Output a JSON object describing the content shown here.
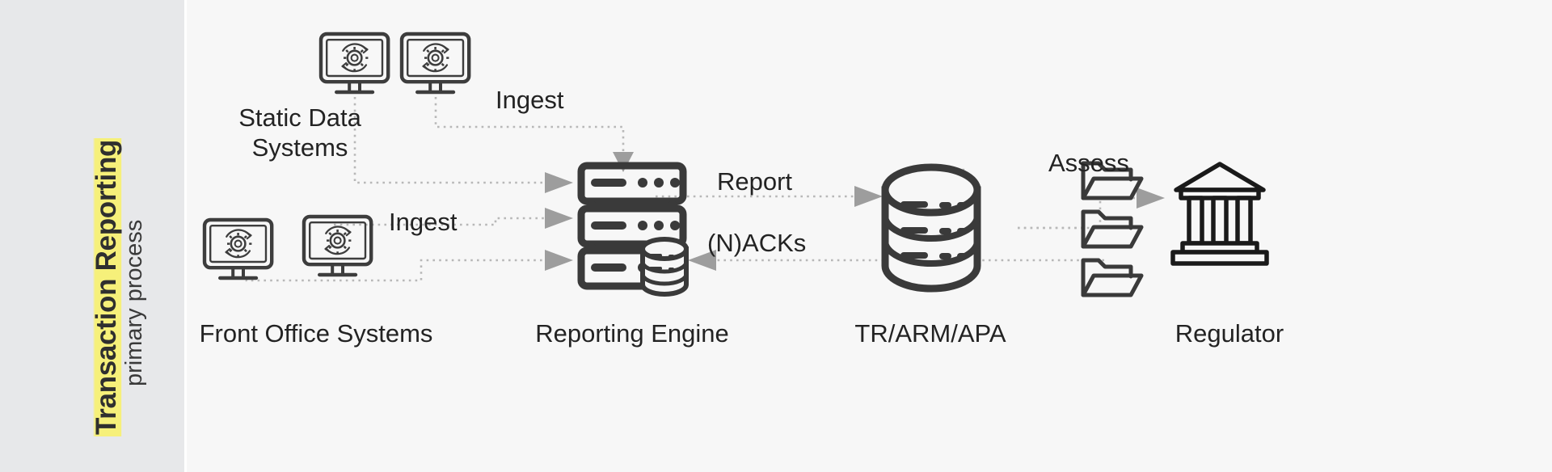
{
  "sidebar": {
    "title_main": "Transaction Reporting",
    "title_sub": "primary process",
    "highlight_color": "#f6f07a",
    "background_color": "#e7e8ea"
  },
  "canvas": {
    "background_color": "#f7f7f7",
    "line_color": "#b5b5b5",
    "arrow_color": "#9a9a9a",
    "icon_color": "#3a3a3a",
    "text_color": "#232323"
  },
  "diagram": {
    "type": "flow",
    "nodes": [
      {
        "id": "static-data-systems",
        "label": "Static Data\nSystems",
        "label_line1": "Static Data",
        "label_line2": "Systems",
        "icon": "monitor-gear-icon",
        "count": 2,
        "position": "top-left"
      },
      {
        "id": "front-office-systems",
        "label": "Front Office Systems",
        "icon": "monitor-gear-icon",
        "count": 2,
        "position": "bottom-left"
      },
      {
        "id": "reporting-engine",
        "label": "Reporting Engine",
        "icon": "server-stack-icon",
        "count": 1,
        "position": "center"
      },
      {
        "id": "tr-arm-apa",
        "label": "TR/ARM/APA",
        "icon": "database-icon",
        "count": 1,
        "position": "right",
        "attachments": {
          "icon": "folder-icon",
          "count": 3
        }
      },
      {
        "id": "regulator",
        "label": "Regulator",
        "icon": "bank-building-icon",
        "count": 1,
        "position": "far-right"
      }
    ],
    "edges": [
      {
        "id": "edge-static-ingest",
        "label": "Ingest",
        "from": "static-data-systems",
        "to": "reporting-engine",
        "style": "dotted",
        "direction": "down"
      },
      {
        "id": "edge-static-ingest-2",
        "label": "",
        "from": "static-data-systems",
        "to": "reporting-engine",
        "style": "dotted",
        "direction": "right"
      },
      {
        "id": "edge-front-office-ingest",
        "label": "Ingest",
        "from": "front-office-systems",
        "to": "reporting-engine",
        "style": "dotted",
        "direction": "right"
      },
      {
        "id": "edge-front-office-ingest-2",
        "label": "",
        "from": "front-office-systems",
        "to": "reporting-engine",
        "style": "dotted",
        "direction": "right"
      },
      {
        "id": "edge-report",
        "label": "Report",
        "from": "reporting-engine",
        "to": "tr-arm-apa",
        "style": "dotted",
        "direction": "right"
      },
      {
        "id": "edge-nacks",
        "label": "(N)ACKs",
        "from": "tr-arm-apa",
        "to": "reporting-engine",
        "style": "dotted",
        "direction": "left"
      },
      {
        "id": "edge-assess",
        "label": "Assess",
        "from": "tr-arm-apa",
        "to": "regulator",
        "style": "dotted",
        "direction": "right"
      }
    ],
    "labels": {
      "ingest_top": "Ingest",
      "ingest_bottom": "Ingest",
      "report": "Report",
      "nacks": "(N)ACKs",
      "assess": "Assess",
      "static_data_line1": "Static Data",
      "static_data_line2": "Systems",
      "front_office": "Front Office Systems",
      "reporting_engine": "Reporting Engine",
      "tr_arm_apa": "TR/ARM/APA",
      "regulator": "Regulator"
    }
  }
}
